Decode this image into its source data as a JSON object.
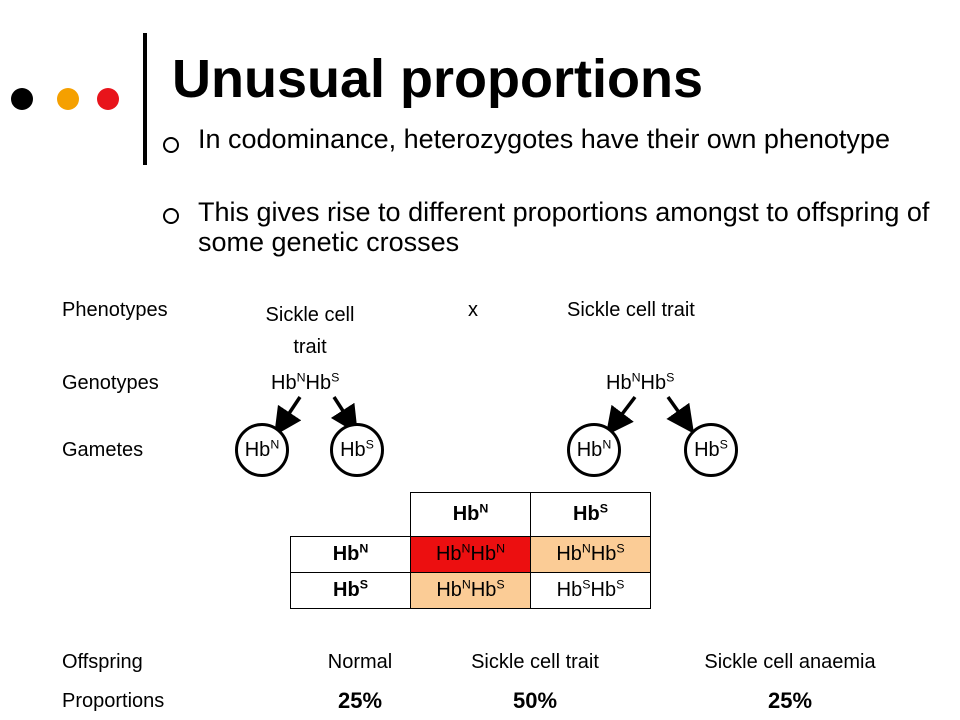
{
  "slide": {
    "title": "Unusual proportions",
    "bullets": [
      "In codominance, heterozygotes have their own phenotype",
      "This gives rise to different proportions amongst to offspring of some genetic crosses"
    ],
    "decor_colors": {
      "dot1": "#000000",
      "dot2": "#f5a000",
      "dot3": "#e8141b"
    }
  },
  "cross": {
    "labels": {
      "phenotypes": "Phenotypes",
      "genotypes": "Genotypes",
      "gametes": "Gametes",
      "offspring": "Offspring",
      "proportions": "Proportions"
    },
    "phenotype_left": "Sickle cell trait",
    "cross_symbol": "x",
    "phenotype_right": "Sickle cell trait",
    "genotype_left": {
      "base1": "Hb",
      "sup1": "N",
      "base2": "Hb",
      "sup2": "S"
    },
    "genotype_right": {
      "base1": "Hb",
      "sup1": "N",
      "base2": "Hb",
      "sup2": "S"
    },
    "gametes": [
      {
        "base": "Hb",
        "sup": "N"
      },
      {
        "base": "Hb",
        "sup": "S"
      },
      {
        "base": "Hb",
        "sup": "N"
      },
      {
        "base": "Hb",
        "sup": "S"
      }
    ]
  },
  "punnett": {
    "col_headers": [
      {
        "base": "Hb",
        "sup": "N"
      },
      {
        "base": "Hb",
        "sup": "S"
      }
    ],
    "rows": [
      {
        "header": {
          "base": "Hb",
          "sup": "N"
        },
        "cells": [
          {
            "b1": "Hb",
            "s1": "N",
            "b2": "Hb",
            "s2": "N",
            "color": "#ec0f10"
          },
          {
            "b1": "Hb",
            "s1": "N",
            "b2": "Hb",
            "s2": "S",
            "color": "#fbcc96"
          }
        ]
      },
      {
        "header": {
          "base": "Hb",
          "sup": "S"
        },
        "cells": [
          {
            "b1": "Hb",
            "s1": "N",
            "b2": "Hb",
            "s2": "S",
            "color": "#fbcc96"
          },
          {
            "b1": "Hb",
            "s1": "S",
            "b2": "Hb",
            "s2": "S",
            "color": "#ffffff"
          }
        ]
      }
    ]
  },
  "results": {
    "offspring": [
      "Normal",
      "Sickle cell trait",
      "Sickle cell anaemia"
    ],
    "proportions": [
      "25%",
      "50%",
      "25%"
    ]
  }
}
